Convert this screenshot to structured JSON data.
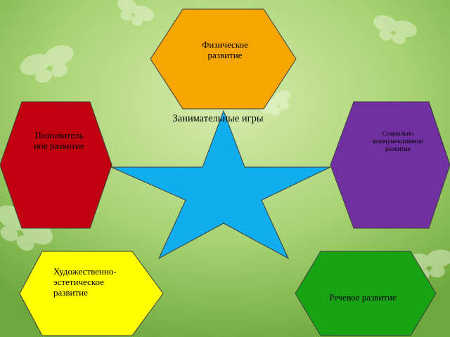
{
  "colors": {
    "background_light": "#cfe6a4",
    "background_dark": "#6ea83c",
    "butterfly": "#f2f8e2",
    "star_fill": "#11aeef",
    "phys_fill": "#f7a600",
    "cog_fill": "#c1000f",
    "soc_fill": "#7030a0",
    "art_fill": "#ffff00",
    "speech_fill": "#17a313",
    "outline": "#3c3c3c"
  },
  "center": {
    "title": "Занимательные игры"
  },
  "nodes": {
    "physical": {
      "label": "Физическое\nразвитие"
    },
    "cognitive": {
      "label": "Познаватель\nное развитие"
    },
    "social": {
      "label": "Социально\nкоммуникативное\nразвитие"
    },
    "artistic": {
      "label": "Художественно-\nэстетическое\nразвитие"
    },
    "speech": {
      "label": "Речевое развитие"
    }
  }
}
